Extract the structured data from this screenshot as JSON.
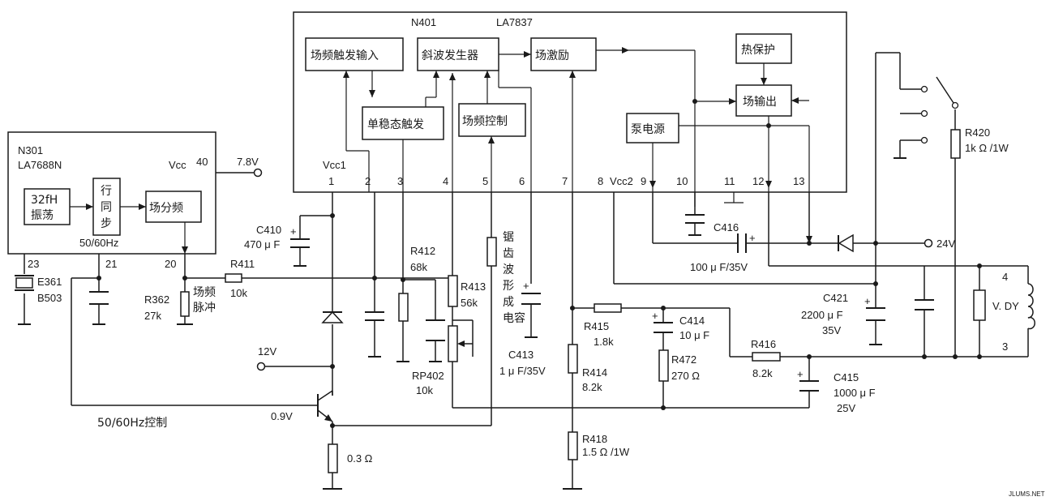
{
  "n401": {
    "ref": "N401",
    "model": "LA7837",
    "blocks": {
      "trigger_input": "场频触发输入",
      "ramp_generator": "斜波发生器",
      "field_drive": "场激励",
      "thermal_protect": "热保护",
      "field_output": "场输出",
      "monostable": "单稳态触发",
      "freq_control": "场频控制",
      "pump_supply": "泵电源"
    },
    "vcc1": "Vcc1",
    "vcc2": "Vcc2",
    "pins": [
      "1",
      "2",
      "3",
      "4",
      "5",
      "6",
      "7",
      "8",
      "9",
      "10",
      "11",
      "12",
      "13"
    ]
  },
  "n301": {
    "ref": "N301",
    "model": "LA7688N",
    "vcc": "Vcc",
    "pin40": "40",
    "vcc_voltage": "7.8V",
    "blocks": {
      "osc_line1": "32fH",
      "osc_line2": "振荡",
      "sync_1": "行",
      "sync_2": "同",
      "sync_3": "步",
      "divider": "场分频"
    },
    "freq": "50/60Hz",
    "pin23": "23",
    "pin21": "21",
    "pin20": "20"
  },
  "parts": {
    "c410": {
      "ref": "C410",
      "value": "470 μ F"
    },
    "r411": {
      "ref": "R411",
      "value": "10k"
    },
    "e361": {
      "ref": "E361",
      "value": "B503"
    },
    "r362": {
      "ref": "R362",
      "value": "27k"
    },
    "pulse_1": "场频",
    "pulse_2": "脉冲",
    "r412": {
      "ref": "R412",
      "value": "68k"
    },
    "r413": {
      "ref": "R413",
      "value": "56k"
    },
    "rp402": {
      "ref": "RP402",
      "value": "10k"
    },
    "sawtooth": [
      "锯",
      "齿",
      "波",
      "形",
      "成",
      "电容"
    ],
    "c413": {
      "ref": "C413",
      "value": "1 μ F/35V"
    },
    "r415": {
      "ref": "R415",
      "value": "1.8k"
    },
    "r414": {
      "ref": "R414",
      "value": "8.2k"
    },
    "c414": {
      "ref": "C414",
      "value": "10 μ F"
    },
    "r472": {
      "ref": "R472",
      "value": "270 Ω"
    },
    "r416": {
      "ref": "R416",
      "value": "8.2k"
    },
    "c415": {
      "ref": "C415",
      "value": "1000 μ F",
      "voltage": "25V"
    },
    "r418": {
      "ref": "R418",
      "value": "1.5 Ω /1W"
    },
    "re": {
      "value": "0.3 Ω"
    },
    "c416": {
      "ref": "C416",
      "value": "100 μ F/35V"
    },
    "c421": {
      "ref": "C421",
      "value": "2200 μ F",
      "voltage": "35V"
    },
    "r420": {
      "ref": "R420",
      "value": "1k Ω /1W"
    },
    "vdy": "V. DY",
    "yoke_pin4": "4",
    "yoke_pin3": "3"
  },
  "rails": {
    "v24": "24V",
    "v12": "12V",
    "v09": "0.9V",
    "ctrl": "50/60Hz控制"
  },
  "watermark": "JLUMS.NET"
}
